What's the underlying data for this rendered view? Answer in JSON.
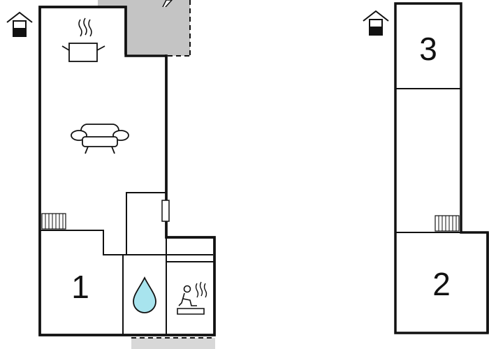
{
  "plan": {
    "colors": {
      "wall": "#111111",
      "terrace": "#c4c4c4",
      "water": "#a8e4ee",
      "background": "#ffffff"
    },
    "levels": [
      {
        "name": "ground-floor",
        "icon": "house-entrance-icon",
        "rooms": [
          {
            "id": "bedroom",
            "number": "1"
          },
          {
            "id": "kitchen-living",
            "icons": [
              "cooking-pot-icon",
              "sofa-icon",
              "radiator-icon"
            ]
          },
          {
            "id": "bathroom",
            "icons": [
              "water-drop-icon"
            ]
          },
          {
            "id": "sauna",
            "icons": [
              "sauna-person-icon"
            ]
          }
        ]
      },
      {
        "name": "upper-floor",
        "icon": "house-entrance-icon",
        "rooms": [
          {
            "id": "bedroom-top",
            "number": "3"
          },
          {
            "id": "bedroom-bottom",
            "number": "2"
          },
          {
            "id": "hall",
            "icons": [
              "radiator-icon"
            ]
          }
        ]
      }
    ]
  }
}
